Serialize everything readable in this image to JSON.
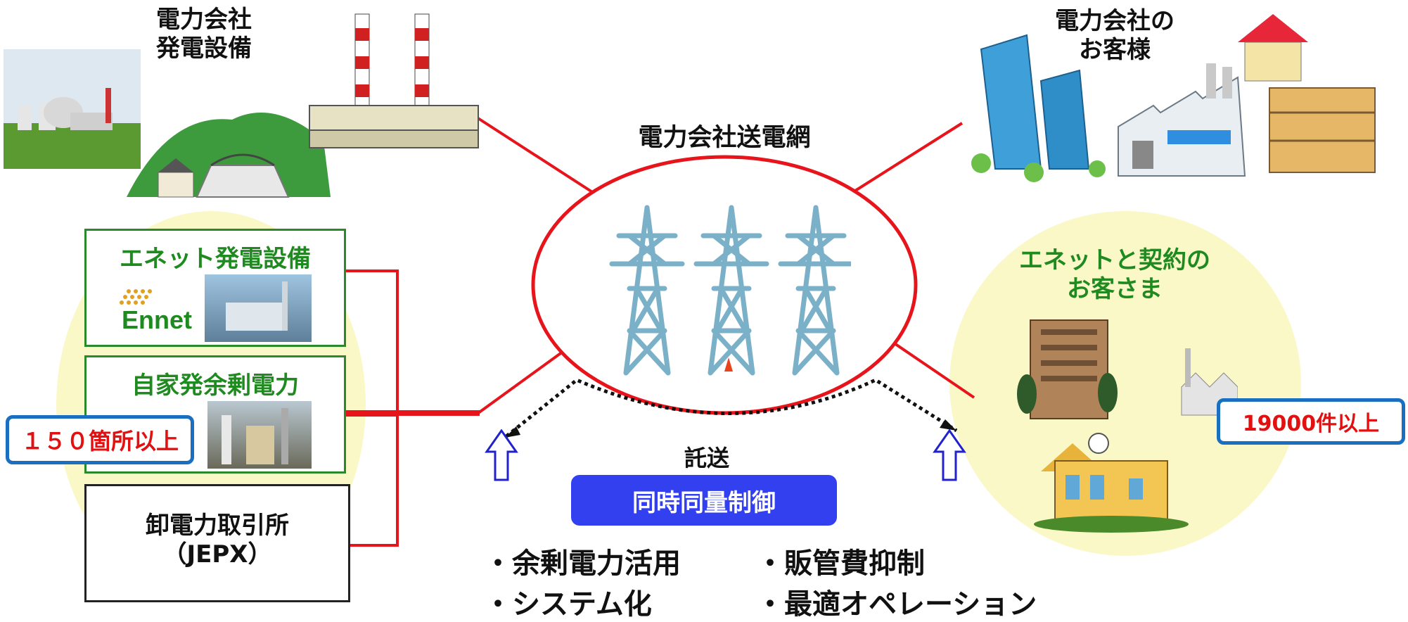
{
  "titles": {
    "utility_plants": [
      "電力会社",
      "発電設備"
    ],
    "customers": [
      "電力会社の",
      "お客様"
    ],
    "grid": "電力会社送電網",
    "ennet_customers": [
      "エネットと契約の",
      "お客さま"
    ]
  },
  "sources": {
    "ennet_plants": "エネット発電設備",
    "ennet_logo": "Ennet",
    "surplus": "自家発余剰電力",
    "jepx": [
      "卸電力取引所",
      "（JEPX）"
    ]
  },
  "badges": {
    "sites": "１５０箇所以上",
    "contracts": "19000件以上"
  },
  "center": {
    "transmission": "託送",
    "control_button": "同時同量制御"
  },
  "bullets": {
    "left": [
      "・余剰電力活用",
      "・システム化"
    ],
    "right": [
      "・販管費抑制",
      "・最適オペレーション"
    ]
  },
  "colors": {
    "line_red": "#e8141c",
    "ennet_green": "#1f8a1f",
    "badge_blue": "#1b6fc0",
    "button_blue": "#3340f0",
    "ellipse_fill": "#fbf8c8"
  }
}
